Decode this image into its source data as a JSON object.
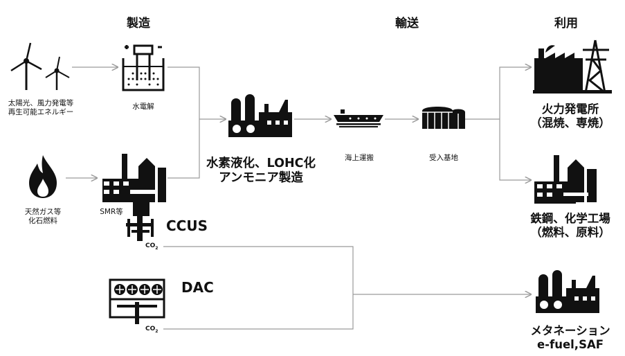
{
  "stages": {
    "production": "製造",
    "transport": "輸送",
    "use": "利用"
  },
  "sources": {
    "renewable": [
      "太陽光、風力発電等",
      "再生可能エネルギー"
    ],
    "natural_gas": [
      "天然ガス等",
      "化石燃料"
    ]
  },
  "processes": {
    "electrolysis": "水電解",
    "smr": "SMR等",
    "ccus": "CCUS",
    "dac": "DAC",
    "co2": "CO",
    "co2_sub": "2"
  },
  "conversion": [
    "水素液化、LOHC化",
    "アンモニア製造"
  ],
  "transport_steps": {
    "shipping": "海上運搬",
    "terminal": "受入基地"
  },
  "uses": {
    "power": [
      "火力発電所",
      "（混焼、専焼）"
    ],
    "industry": [
      "鉄鋼、化学工場",
      "（燃料、原料）"
    ],
    "synfuel": [
      "メタネーション",
      "e-fuel,SAF"
    ]
  },
  "colors": {
    "icon": "#111111",
    "line": "#9a9a9a"
  }
}
